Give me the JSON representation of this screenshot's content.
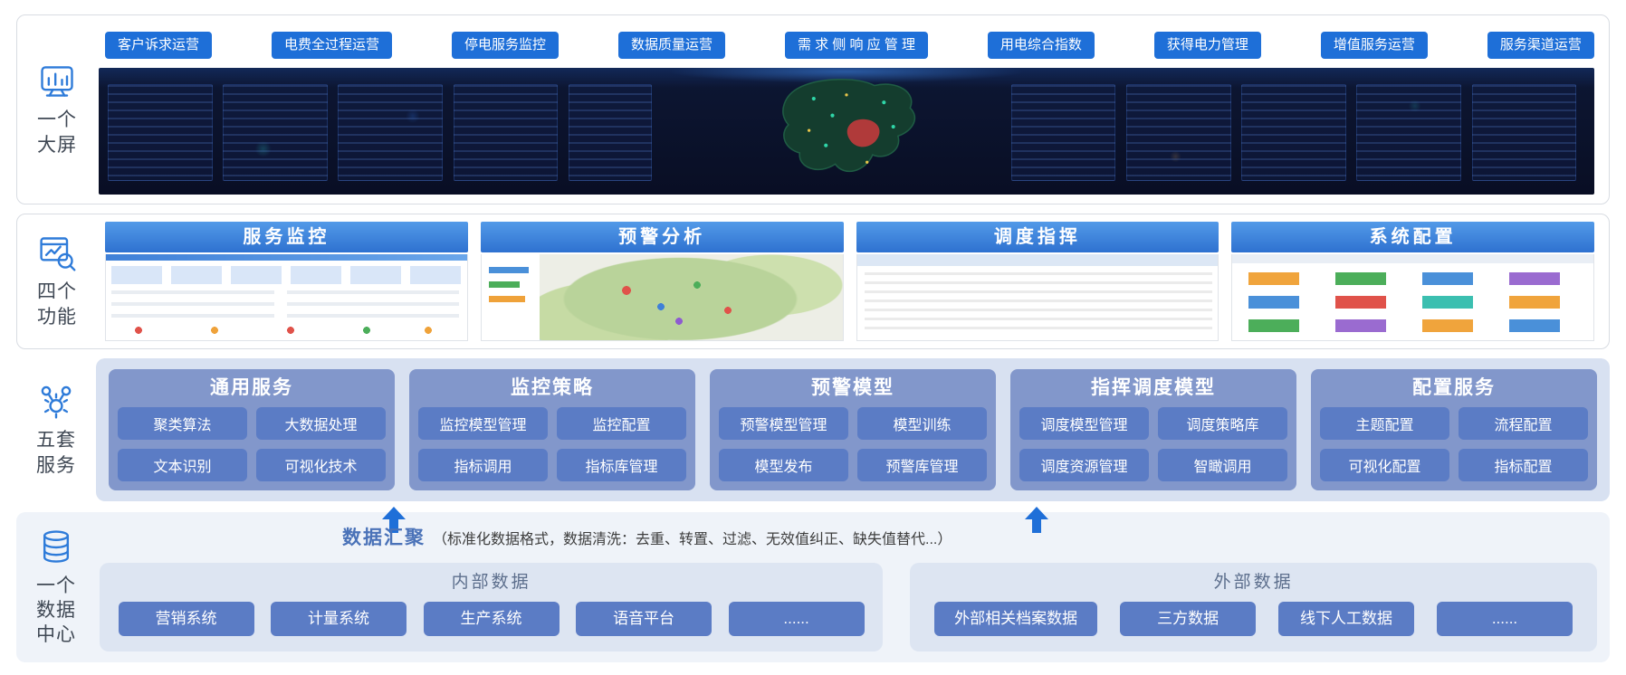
{
  "colors": {
    "accent_blue": "#1e6fd8",
    "panel_header_blue": "#3a82dc",
    "service_card_blue": "#8297cb",
    "chip_blue": "#5b7cc5",
    "services_panel_bg": "#d8e1f1",
    "data_center_bg": "#eff3f9",
    "group_bg": "#dde5f2"
  },
  "big_screen": {
    "side": [
      "一个",
      "大屏"
    ],
    "tags": [
      "客户诉求运营",
      "电费全过程运营",
      "停电服务监控",
      "数据质量运营",
      "需 求 侧 响 应 管 理",
      "用电综合指数",
      "获得电力管理",
      "增值服务运营",
      "服务渠道运营"
    ]
  },
  "functions": {
    "side": [
      "四个",
      "功能"
    ],
    "panels": [
      "服务监控",
      "预警分析",
      "调度指挥",
      "系统配置"
    ]
  },
  "services": {
    "side": [
      "五套",
      "服务"
    ],
    "cards": [
      {
        "title": "通用服务",
        "items": [
          "聚类算法",
          "大数据处理",
          "文本识别",
          "可视化技术"
        ]
      },
      {
        "title": "监控策略",
        "items": [
          "监控模型管理",
          "监控配置",
          "指标调用",
          "指标库管理"
        ]
      },
      {
        "title": "预警模型",
        "items": [
          "预警模型管理",
          "模型训练",
          "模型发布",
          "预警库管理"
        ]
      },
      {
        "title": "指挥调度模型",
        "items": [
          "调度模型管理",
          "调度策略库",
          "调度资源管理",
          "智瞰调用"
        ]
      },
      {
        "title": "配置服务",
        "items": [
          "主题配置",
          "流程配置",
          "可视化配置",
          "指标配置"
        ]
      }
    ]
  },
  "data_center": {
    "side": [
      "一个",
      "数据",
      "中心"
    ],
    "agg_title": "数据汇聚",
    "agg_note": "（标准化数据格式，数据清洗：去重、转置、过滤、无效值纠正、缺失值替代...）",
    "internal": {
      "title": "内部数据",
      "items": [
        "营销系统",
        "计量系统",
        "生产系统",
        "语音平台",
        "......"
      ]
    },
    "external": {
      "title": "外部数据",
      "items": [
        "外部相关档案数据",
        "三方数据",
        "线下人工数据",
        "......"
      ]
    }
  }
}
